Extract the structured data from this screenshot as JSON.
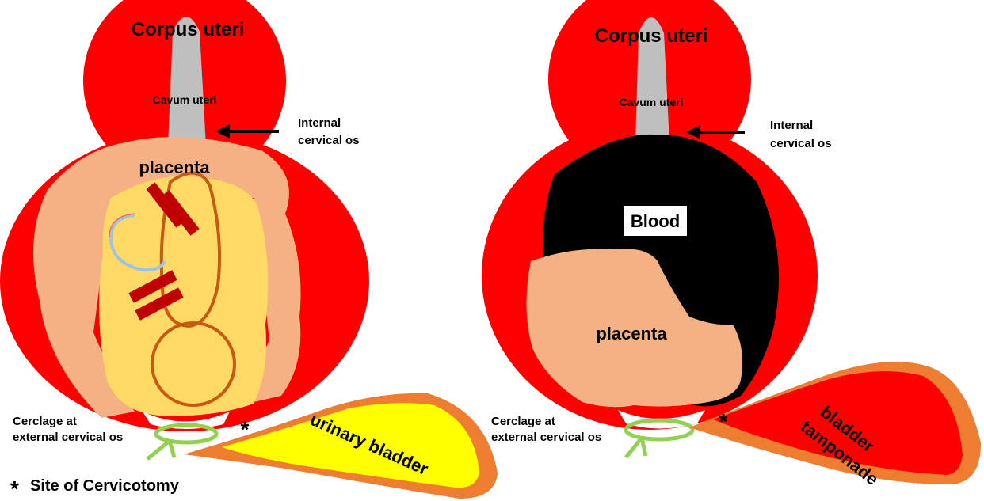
{
  "left_panel": {
    "corpus_label": "Corpus uteri",
    "cavum_label": "Cavum uteri",
    "internal_os_line1": "Internal",
    "internal_os_line2": "cervical os",
    "placenta_label": "placenta",
    "cerclage_line1": "Cerclage at",
    "cerclage_line2": "external cervical os",
    "asterisk": "*",
    "bladder_label": "urinary bladder"
  },
  "right_panel": {
    "corpus_label": "Corpus uteri",
    "cavum_label": "Cavum uteri",
    "internal_os_line1": "Internal",
    "internal_os_line2": "cervical os",
    "blood_label": "Blood",
    "placenta_label": "placenta",
    "cerclage_line1": "Cerclage at",
    "cerclage_line2": "external cervical os",
    "asterisk": "*",
    "bladder_line1": "bladder",
    "bladder_line2": "tamponade"
  },
  "legend": {
    "symbol": "*",
    "text": "Site of Cervicotomy"
  },
  "colors": {
    "uterus": "#ff0000",
    "cavity": "#bfbfbf",
    "placenta": "#f4b183",
    "amniotic": "#ffd966",
    "fetus": "#c55a11",
    "cerclage": "#92d050",
    "bladder_wall": "#ed7d31",
    "bladder_lumen": "#ffff00",
    "blood": "#000000",
    "clip": "#c00000"
  }
}
